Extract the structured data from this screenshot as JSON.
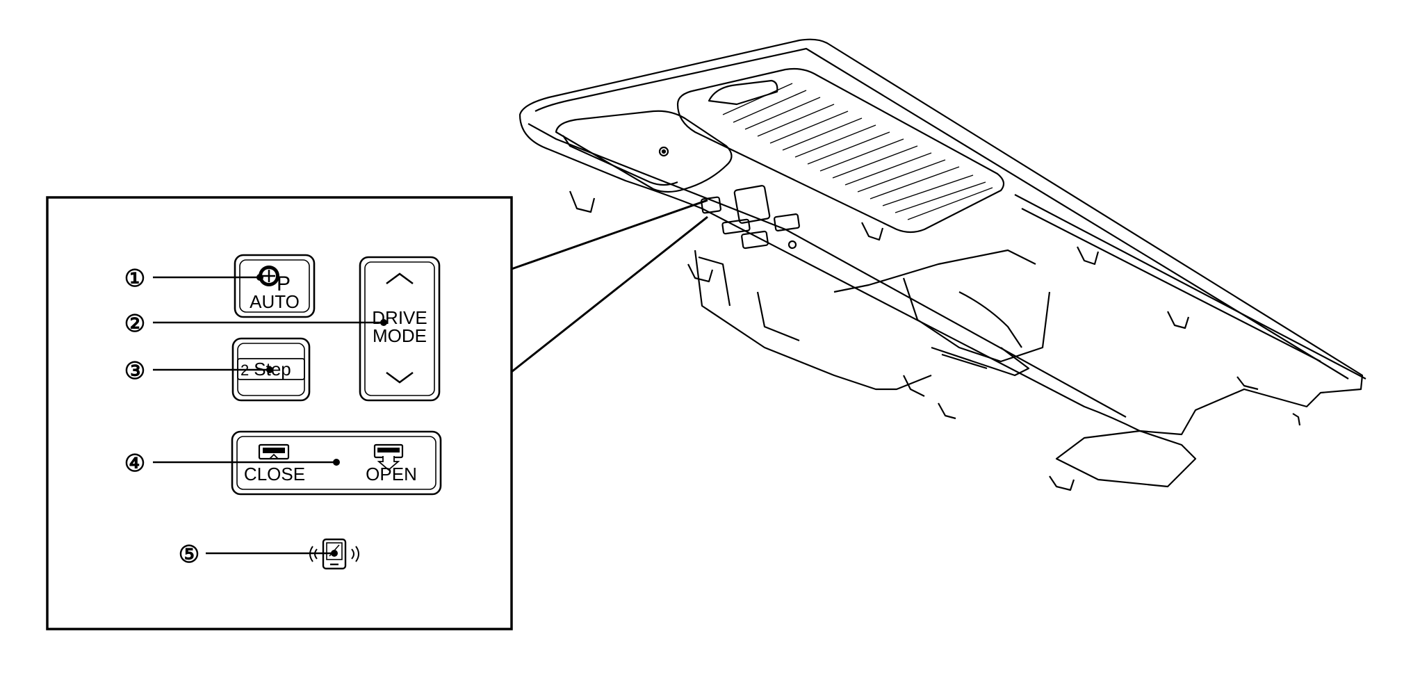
{
  "callouts": [
    {
      "number": "①"
    },
    {
      "number": "②"
    },
    {
      "number": "③"
    },
    {
      "number": "④"
    },
    {
      "number": "⑤"
    }
  ],
  "buttons": {
    "auto_p": {
      "letter": "P",
      "label": "AUTO"
    },
    "drive_mode": {
      "line1": "DRIVE",
      "line2": "MODE"
    },
    "step": {
      "label": "Step",
      "prefix": "2"
    },
    "cover": {
      "close": "CLOSE",
      "open": "OPEN"
    }
  },
  "icons": {
    "auto_p": "auto-park-icon",
    "up": "chevron-up-icon",
    "down": "chevron-down-icon",
    "close": "close-cover-icon",
    "open": "open-cover-icon",
    "wireless": "wireless-charger-icon"
  },
  "colors": {
    "line": "#000000",
    "background": "#ffffff"
  }
}
